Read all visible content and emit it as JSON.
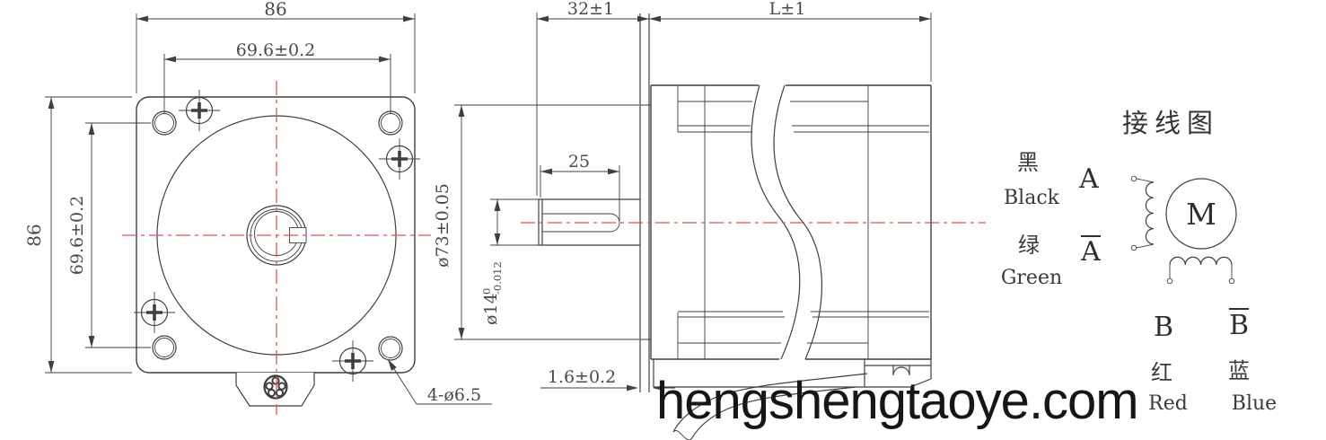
{
  "drawing": {
    "front": {
      "width": "86",
      "height": "86",
      "hole_spacing_h": "69.6±0.2",
      "hole_spacing_v": "69.6±0.2",
      "mounting_holes": "4-ø6.5"
    },
    "side": {
      "shaft_length": "32±1",
      "body_length": "L±1",
      "keyway_length": "25",
      "pilot_diameter": "ø73±0.05",
      "shaft_diameter": "ø14",
      "shaft_tol_upper": "0",
      "shaft_tol_lower": "-0.012",
      "pilot_height": "1.6±0.2"
    }
  },
  "wiring": {
    "title": "接线图",
    "motor_label": "M",
    "phase_a": {
      "cn": "黑",
      "en": "Black",
      "label": "A"
    },
    "phase_a_bar": {
      "cn": "绿",
      "en": "Green",
      "label": "A"
    },
    "phase_b": {
      "cn": "红",
      "en": "Red",
      "label": "B"
    },
    "phase_b_bar": {
      "cn": "蓝",
      "en": "Blue",
      "label": "B"
    }
  },
  "watermark": "hengshengtaoye.com",
  "colors": {
    "line": "#3f3f3f",
    "dim_text": "#4a4a4a",
    "centerline": "#e25252",
    "watermark": "#161616"
  }
}
